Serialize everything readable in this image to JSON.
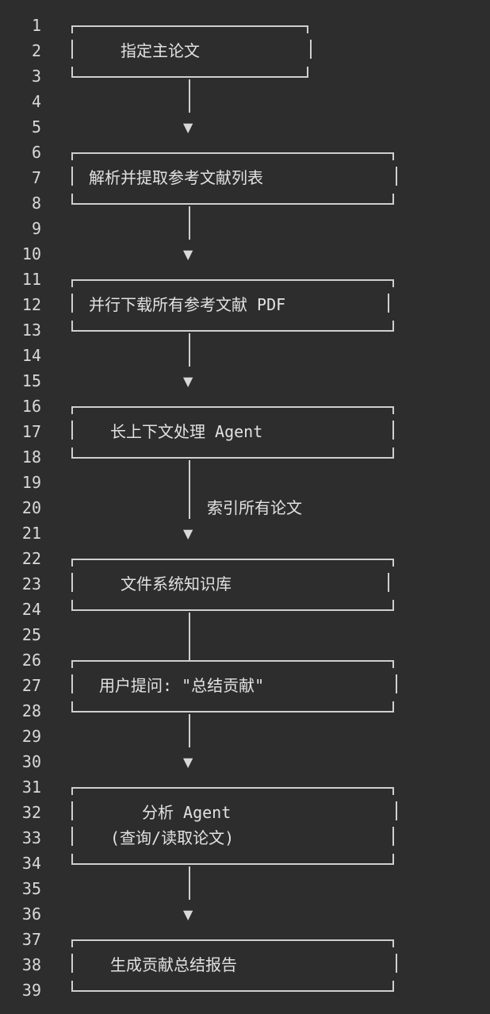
{
  "line_numbers": [
    "1",
    "2",
    "3",
    "4",
    "5",
    "6",
    "7",
    "8",
    "9",
    "10",
    "11",
    "12",
    "13",
    "14",
    "15",
    "16",
    "17",
    "18",
    "19",
    "20",
    "21",
    "22",
    "23",
    "24",
    "25",
    "26",
    "27",
    "28",
    "29",
    "30",
    "31",
    "32",
    "33",
    "34",
    "35",
    "36",
    "37",
    "38",
    "39"
  ],
  "flow": {
    "step1": "指定主论文",
    "step2": "解析并提取参考文献列表",
    "step3": "并行下载所有参考文献 PDF",
    "step4": "长上下文处理 Agent",
    "edge4_label": "索引所有论文",
    "step5": "文件系统知识库",
    "step6": "用户提问: \"总结贡献\"",
    "step7_line1": "分析 Agent",
    "step7_line2": "(查询/读取论文)",
    "step8": "生成贡献总结报告",
    "arrow_glyph": "▼"
  }
}
